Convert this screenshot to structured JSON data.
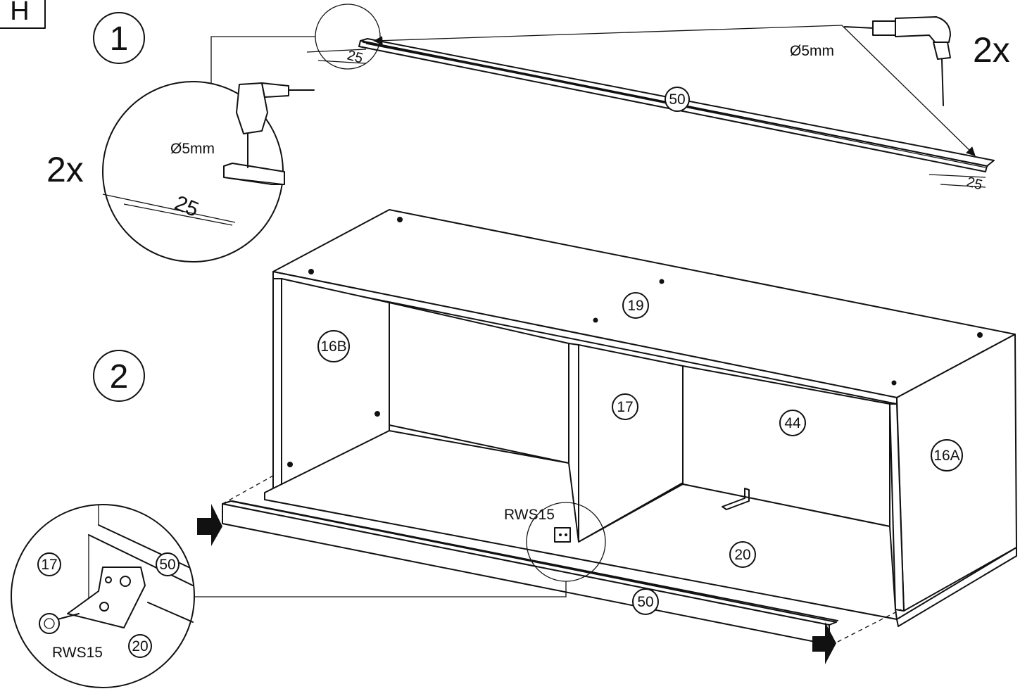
{
  "page_letter": "H",
  "steps": {
    "step1": "1",
    "step2": "2"
  },
  "step1": {
    "detail_quantity": "2x",
    "detail_drill_size": "Ø5mm",
    "detail_dimension": "25",
    "part_rail": "50",
    "rail_quantity": "2x",
    "rail_drill_size": "Ø5mm",
    "rail_dimension_left": "25",
    "rail_dimension_right": "25"
  },
  "step2": {
    "parts": {
      "top": "19",
      "left_side": "16B",
      "right_side": "16A",
      "divider": "17",
      "back": "44",
      "bottom": "20",
      "front_rail": "50"
    },
    "fitting_label": "RWS15",
    "detail": {
      "part_divider": "17",
      "part_rail": "50",
      "part_bottom": "20",
      "fitting_label": "RWS15"
    }
  },
  "icons": [
    "drill-icon",
    "push-arrow-icon"
  ],
  "colors": {
    "line": "#111111",
    "background": "#ffffff"
  }
}
